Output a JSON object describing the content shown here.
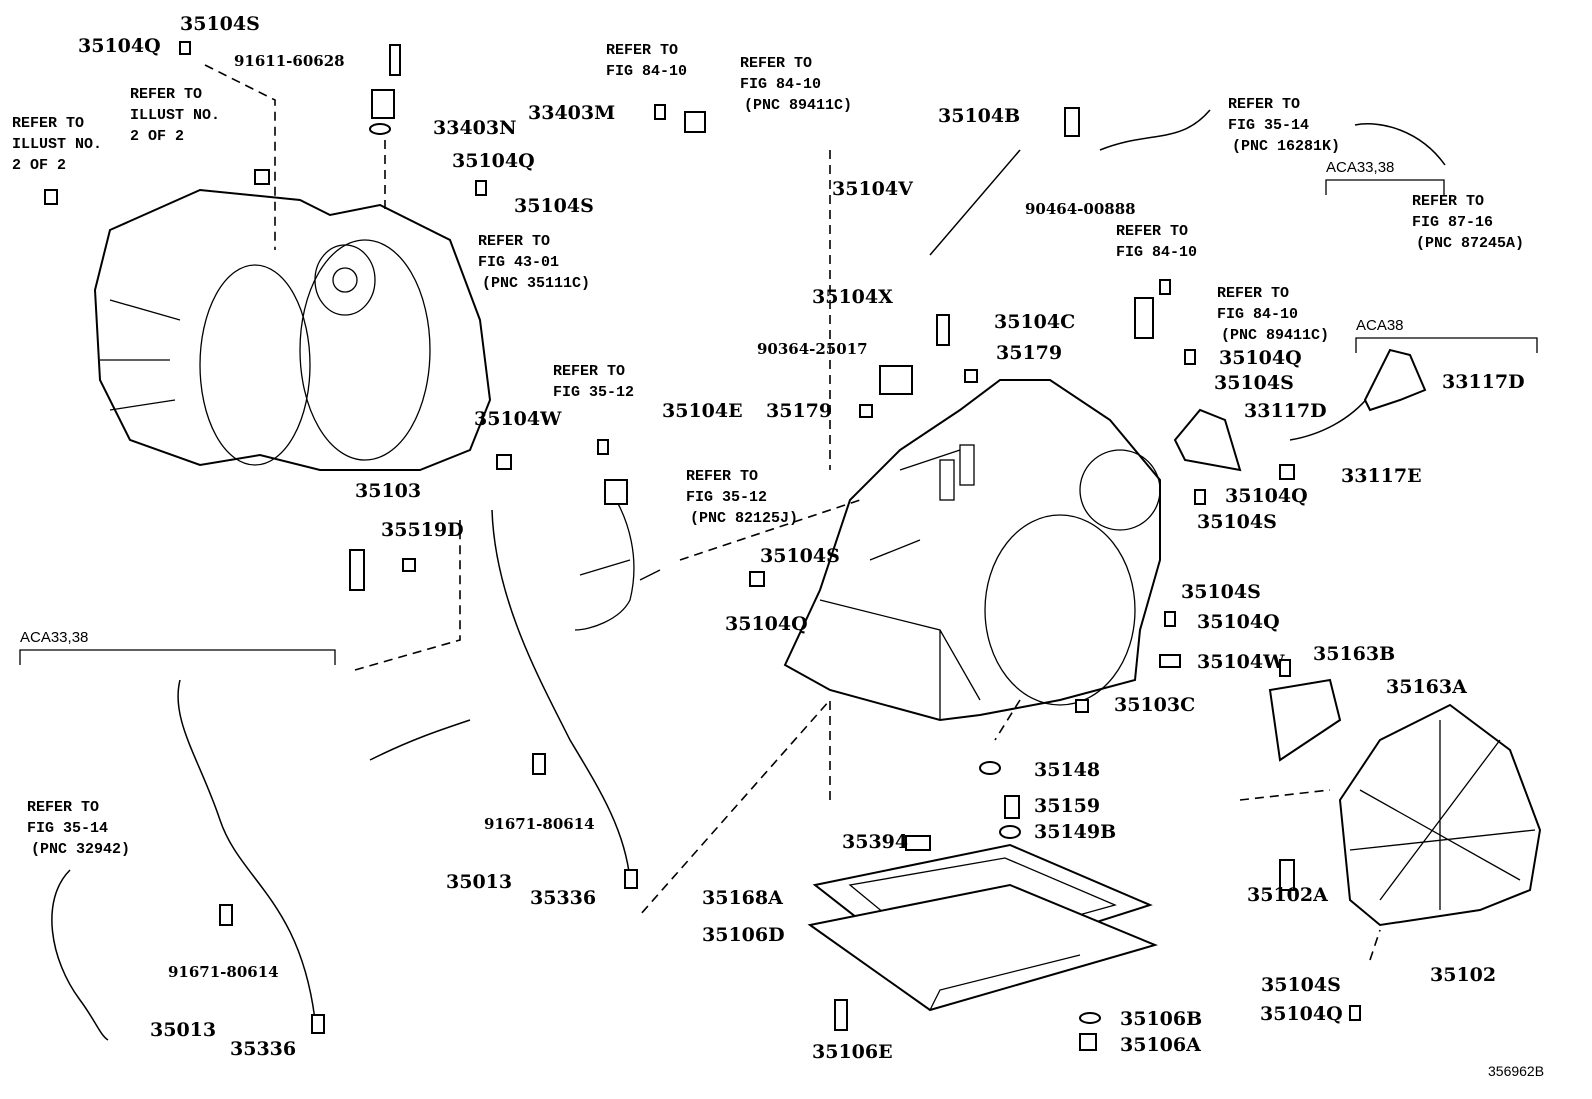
{
  "diagram": {
    "part_labels": [
      "35104S",
      "35104Q",
      "91611-60628",
      "33403M",
      "33403N",
      "35104Q",
      "35104S",
      "35104W",
      "35103",
      "35519D",
      "35104B",
      "35104V",
      "90464-00888",
      "35104X",
      "35104C",
      "90364-25017",
      "35179",
      "35104E",
      "35179",
      "35104Q",
      "35104S",
      "33117D",
      "33117D",
      "33117E",
      "35104Q",
      "35104S",
      "35104S",
      "35104Q",
      "35104S",
      "35104Q",
      "35104W",
      "35163B",
      "35163A",
      "35103C",
      "35148",
      "35159",
      "35149B",
      "35394",
      "35168A",
      "35106D",
      "35106B",
      "35106A",
      "35106E",
      "35102A",
      "35102",
      "35104S",
      "35104Q",
      "35013",
      "35336",
      "91671-80614",
      "91671-80614",
      "35013",
      "35336"
    ],
    "references": [
      [
        "REFER TO",
        "ILLUST NO.",
        "2 OF 2"
      ],
      [
        "REFER TO",
        "ILLUST NO.",
        "2 OF 2"
      ],
      [
        "REFER TO",
        "FIG 43-01",
        "(PNC 35111C)"
      ],
      [
        "REFER TO",
        "FIG 84-10"
      ],
      [
        "REFER TO",
        "FIG 84-10",
        "(PNC 89411C)"
      ],
      [
        "REFER TO",
        "FIG 35-14",
        "(PNC 16281K)"
      ],
      [
        "REFER TO",
        "FIG 87-16",
        "(PNC 87245A)"
      ],
      [
        "REFER TO",
        "FIG 84-10"
      ],
      [
        "REFER TO",
        "FIG 84-10",
        "(PNC 89411C)"
      ],
      [
        "REFER TO",
        "FIG 35-12"
      ],
      [
        "REFER TO",
        "FIG 35-12",
        "(PNC 82125J)"
      ],
      [
        "REFER TO",
        "FIG 35-14",
        "(PNC 32942)"
      ]
    ],
    "groups": [
      "ACA33,38",
      "ACA38",
      "ACA33,38"
    ],
    "illustration_number": "356962B"
  }
}
